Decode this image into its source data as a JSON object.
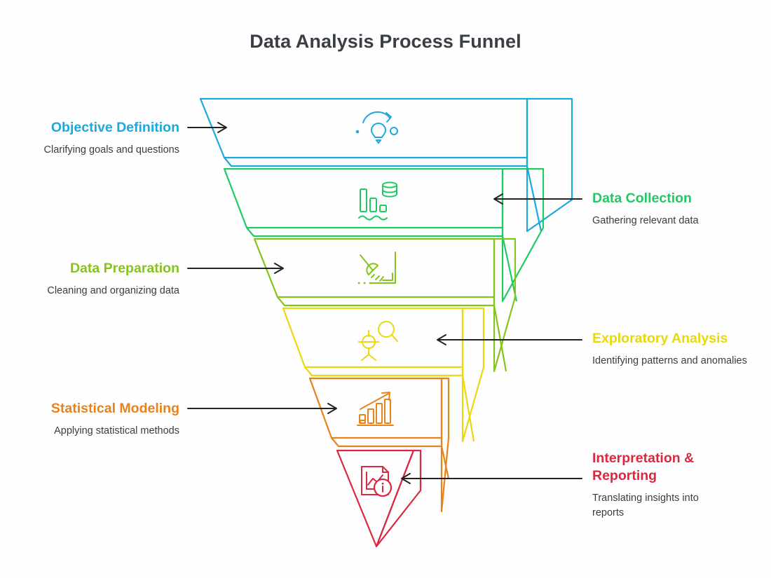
{
  "header": {
    "title": "Data Analysis Process Funnel"
  },
  "colors": {
    "objective": "#1BA9DD",
    "collection": "#20C963",
    "preparation": "#84C41B",
    "exploratory": "#E8D80C",
    "modeling": "#E8821B",
    "interpretation": "#DB2840",
    "title_text": "#3a3f47",
    "description_text": "#3c3c3c",
    "connector": "#222222",
    "background": "#fefefe"
  },
  "chart_data": {
    "type": "funnel",
    "title": "Data Analysis Process Funnel",
    "orientation": "vertical-inverted-3d",
    "stage_count": 6,
    "stages": [
      {
        "id": "objective-definition",
        "index": 1,
        "title": "Objective Definition",
        "description": "Clarifying goals and questions",
        "color": "#1BA9DD",
        "side": "left",
        "icon": "lightbulb-target-icon",
        "relative_width": 100
      },
      {
        "id": "data-collection",
        "index": 2,
        "title": "Data Collection",
        "description": "Gathering relevant data",
        "color": "#20C963",
        "side": "right",
        "icon": "bar-chart-database-icon",
        "relative_width": 84
      },
      {
        "id": "data-preparation",
        "index": 3,
        "title": "Data Preparation",
        "description": "Cleaning and organizing data",
        "color": "#84C41B",
        "side": "left",
        "icon": "broom-dustpan-icon",
        "relative_width": 68
      },
      {
        "id": "exploratory-analysis",
        "index": 4,
        "title": "Exploratory Analysis",
        "description": "Identifying patterns and anomalies",
        "color": "#E8D80C",
        "side": "right",
        "icon": "explorer-magnifier-icon",
        "relative_width": 52
      },
      {
        "id": "statistical-modeling",
        "index": 5,
        "title": "Statistical Modeling",
        "description": "Applying statistical methods",
        "color": "#E8821B",
        "side": "left",
        "icon": "growth-bar-chart-icon",
        "relative_width": 36
      },
      {
        "id": "interpretation-reporting",
        "index": 6,
        "title": "Interpretation & Reporting",
        "title_line1": "Interpretation &",
        "title_line2": "Reporting",
        "description": "Translating insights into reports",
        "color": "#DB2840",
        "side": "right",
        "icon": "report-document-info-icon",
        "relative_width": 20
      }
    ]
  }
}
